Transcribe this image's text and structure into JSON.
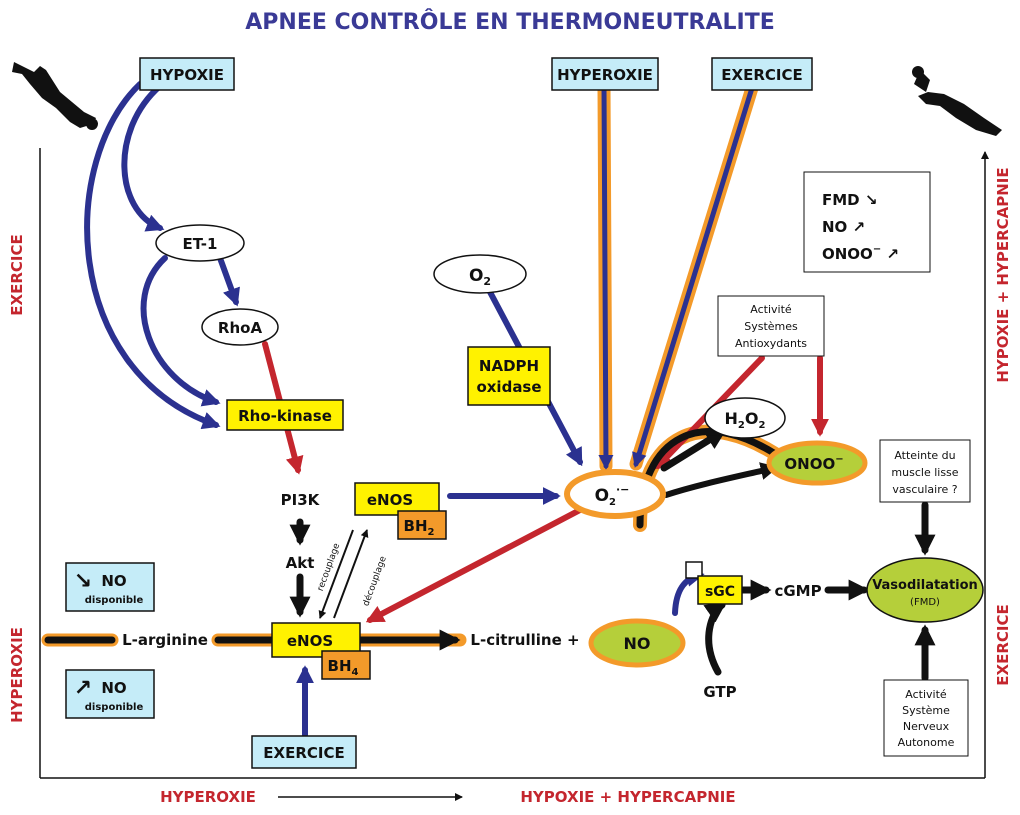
{
  "title": "APNEE CONTRÔLE EN THERMONEUTRALITE",
  "colors": {
    "title": "#3a3a96",
    "blue_arrow": "#2b3190",
    "red_arrow": "#c4262e",
    "orange": "#f39a2a",
    "orange_box": "#f39a2a",
    "yellow": "#fff200",
    "light_blue": "#c5ecf8",
    "green": "#b5cf3a",
    "axis_red": "#c4262e"
  },
  "axes": {
    "left_top": "EXERCICE",
    "left_bottom": "HYPEROXIE",
    "right_top": "HYPOXIE + HYPERCAPNIE",
    "right_bottom": "EXERCICE",
    "bottom_left": "HYPEROXIE",
    "bottom_right": "HYPOXIE + HYPERCAPNIE"
  },
  "boxes": {
    "hypoxie": "HYPOXIE",
    "hyperoxie": "HYPEROXIE",
    "exercice_top": "EXERCICE",
    "exercice_bottom": "EXERCICE",
    "rho_kinase": "Rho-kinase",
    "nadph_1": "NADPH",
    "nadph_2": "oxidase",
    "enos_top": "eNOS",
    "enos_main": "eNOS",
    "sgc": "sGC"
  },
  "nodes": {
    "et1": "ET-1",
    "rhoa": "RhoA",
    "o2": "O",
    "o2_sub": "2",
    "superoxide": "O",
    "superoxide_sub": "2",
    "superoxide_sup": "·−",
    "h2o2_h": "H",
    "h2o2_2a": "2",
    "h2o2_o": "O",
    "h2o2_2b": "2",
    "onoo": "ONOO",
    "onoo_sup": "−",
    "no": "NO",
    "vasodilatation": "Vasodilatation",
    "fmd": "(FMD)"
  },
  "cofactors": {
    "bh2": "BH",
    "bh2_sub": "2",
    "bh4": "BH",
    "bh4_sub": "4"
  },
  "labels": {
    "pi3k": "PI3K",
    "akt": "Akt",
    "larginine": "L-arginine",
    "lcitrulline": "L-citrulline +",
    "cgmp": "cGMP",
    "gtp": "GTP",
    "recouplage": "recouplage",
    "decouplage": "découplage"
  },
  "antioxidants": [
    "Activité",
    "Systèmes",
    "Antioxydants"
  ],
  "muscle": [
    "Atteinte du",
    "muscle lisse",
    "vasculaire ?"
  ],
  "nervous": [
    "Activité",
    "Système",
    "Nerveux",
    "Autonome"
  ],
  "summary": {
    "fmd": "FMD ↘",
    "no": "NO ↗",
    "onoo": "ONOO",
    "onoo_sup": "−",
    "onoo_arrow": " ↗"
  },
  "no_down": {
    "label": "NO",
    "sub": "disponible",
    "arrow": "↘"
  },
  "no_up": {
    "label": "NO",
    "sub": "disponible",
    "arrow": "↗"
  }
}
